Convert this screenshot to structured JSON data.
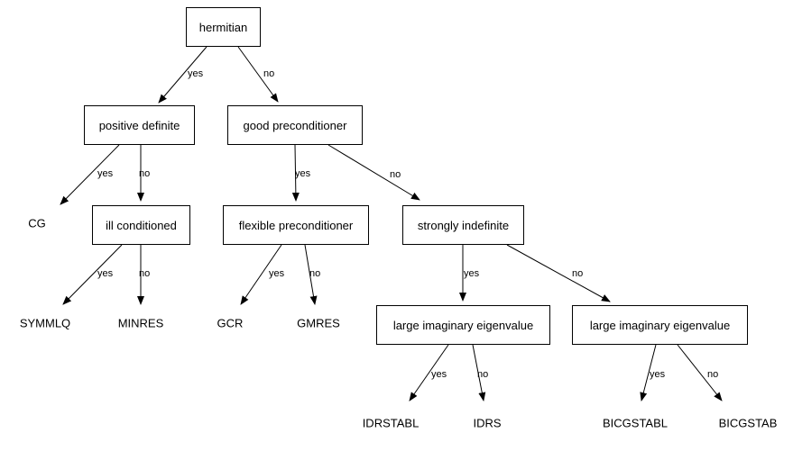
{
  "diagram": {
    "description": "decision tree for selecting an iterative Krylov solver",
    "colors": {
      "background": "#ffffff",
      "line": "#000000",
      "text": "#000000",
      "node_fill": "#ffffff",
      "node_border": "#000000"
    },
    "nodes": [
      {
        "id": "hermitian",
        "label": "hermitian",
        "kind": "box"
      },
      {
        "id": "positive-definite",
        "label": "positive definite",
        "kind": "box"
      },
      {
        "id": "good-preconditioner",
        "label": "good preconditioner",
        "kind": "box"
      },
      {
        "id": "ill-conditioned",
        "label": "ill conditioned",
        "kind": "box"
      },
      {
        "id": "flexible-preconditioner",
        "label": "flexible preconditioner",
        "kind": "box"
      },
      {
        "id": "strongly-indefinite",
        "label": "strongly indefinite",
        "kind": "box"
      },
      {
        "id": "large-imaginary-eigenvalue-1",
        "label": "large imaginary eigenvalue",
        "kind": "box"
      },
      {
        "id": "large-imaginary-eigenvalue-2",
        "label": "large imaginary eigenvalue",
        "kind": "box"
      },
      {
        "id": "cg",
        "label": "CG",
        "kind": "leaf"
      },
      {
        "id": "symmlq",
        "label": "SYMMLQ",
        "kind": "leaf"
      },
      {
        "id": "minres",
        "label": "MINRES",
        "kind": "leaf"
      },
      {
        "id": "gcr",
        "label": "GCR",
        "kind": "leaf"
      },
      {
        "id": "gmres",
        "label": "GMRES",
        "kind": "leaf"
      },
      {
        "id": "idrstabl",
        "label": "IDRSTABL",
        "kind": "leaf"
      },
      {
        "id": "idrs",
        "label": "IDRS",
        "kind": "leaf"
      },
      {
        "id": "bicgstabl",
        "label": "BICGSTABL",
        "kind": "leaf"
      },
      {
        "id": "bicgstab",
        "label": "BICGSTAB",
        "kind": "leaf"
      }
    ],
    "edges": [
      {
        "from": "hermitian",
        "to": "positive-definite",
        "label": "yes"
      },
      {
        "from": "hermitian",
        "to": "good-preconditioner",
        "label": "no"
      },
      {
        "from": "positive-definite",
        "to": "cg",
        "label": "yes"
      },
      {
        "from": "positive-definite",
        "to": "ill-conditioned",
        "label": "no"
      },
      {
        "from": "good-preconditioner",
        "to": "flexible-preconditioner",
        "label": "yes"
      },
      {
        "from": "good-preconditioner",
        "to": "strongly-indefinite",
        "label": "no"
      },
      {
        "from": "ill-conditioned",
        "to": "symmlq",
        "label": "yes"
      },
      {
        "from": "ill-conditioned",
        "to": "minres",
        "label": "no"
      },
      {
        "from": "flexible-preconditioner",
        "to": "gcr",
        "label": "yes"
      },
      {
        "from": "flexible-preconditioner",
        "to": "gmres",
        "label": "no"
      },
      {
        "from": "strongly-indefinite",
        "to": "large-imaginary-eigenvalue-1",
        "label": "yes"
      },
      {
        "from": "strongly-indefinite",
        "to": "large-imaginary-eigenvalue-2",
        "label": "no"
      },
      {
        "from": "large-imaginary-eigenvalue-1",
        "to": "idrstabl",
        "label": "yes"
      },
      {
        "from": "large-imaginary-eigenvalue-1",
        "to": "idrs",
        "label": "no"
      },
      {
        "from": "large-imaginary-eigenvalue-2",
        "to": "bicgstabl",
        "label": "yes"
      },
      {
        "from": "large-imaginary-eigenvalue-2",
        "to": "bicgstab",
        "label": "no"
      }
    ]
  }
}
